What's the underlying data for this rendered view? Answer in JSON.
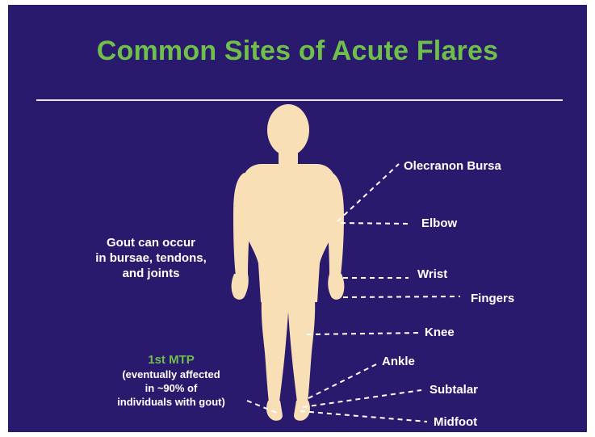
{
  "slide": {
    "title": "Common Sites of Acute Flares",
    "side_note": {
      "line1": "Gout can occur",
      "line2": "in bursae, tendons,",
      "line3": "and joints"
    },
    "mtp": {
      "title": "1st MTP",
      "line1": "(eventually affected",
      "line2": "in ~90% of",
      "line3": "individuals with gout)"
    },
    "sites": {
      "olecranon": "Olecranon Bursa",
      "elbow": "Elbow",
      "wrist": "Wrist",
      "fingers": "Fingers",
      "knee": "Knee",
      "ankle": "Ankle",
      "subtalar": "Subtalar",
      "midfoot": "Midfoot"
    }
  },
  "colors": {
    "background": "#2a1a6e",
    "title": "#6fbf4a",
    "body_figure": "#f8dfb6",
    "text": "#ffffff"
  }
}
